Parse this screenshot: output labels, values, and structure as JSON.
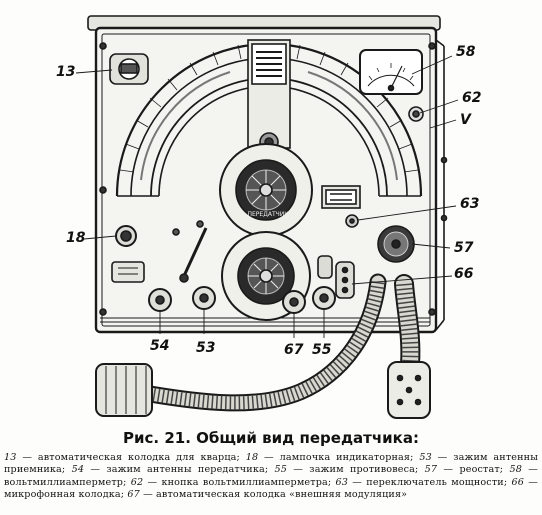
{
  "callouts": [
    "13",
    "58",
    "62",
    "V",
    "18",
    "63",
    "57",
    "66",
    "54",
    "53",
    "67",
    "55"
  ],
  "panel_labels": {
    "dial_label": "ПЕРЕДАТЧИК"
  },
  "caption": {
    "title": "Рис. 21. Общий вид передатчика:",
    "legend": [
      {
        "num": "13",
        "text": " — автоматическая колодка для кварца; "
      },
      {
        "num": "18",
        "text": " — лампочка индикаторная; "
      },
      {
        "num": "53",
        "text": " — зажим антенны приемника; "
      },
      {
        "num": "54",
        "text": " — зажим антенны передатчика; "
      },
      {
        "num": "55",
        "text": " — зажим противовеса; "
      },
      {
        "num": "57",
        "text": " — реостат; "
      },
      {
        "num": "58",
        "text": " — вольтмиллиамперметр; "
      },
      {
        "num": "62",
        "text": " — кнопка вольтмиллиамперметра; "
      },
      {
        "num": "63",
        "text": " — переключатель мощности; "
      },
      {
        "num": "66",
        "text": " — микрофонная колодка; "
      },
      {
        "num": "67",
        "text": " — автоматическая колодка «внешняя модуляция»"
      }
    ]
  }
}
